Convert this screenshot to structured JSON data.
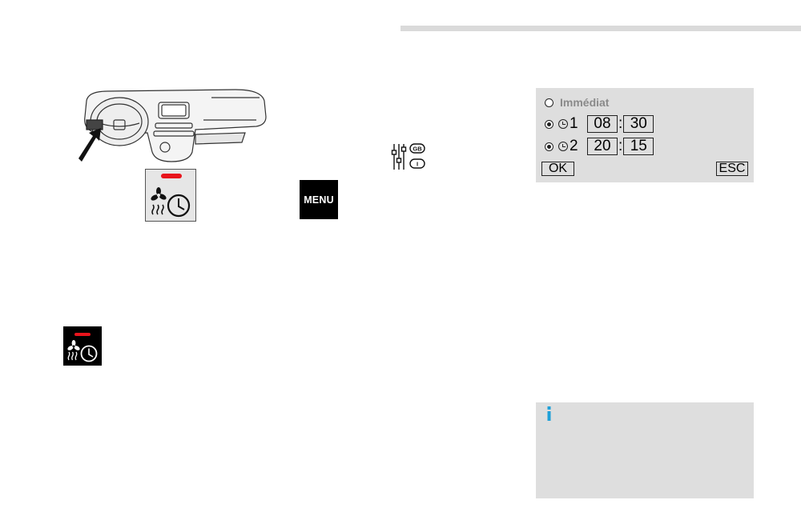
{
  "menu_button": {
    "label": "MENU"
  },
  "settings_icon": {
    "name": "settings-sliders-icon",
    "badge_top": "GB",
    "badge_bottom": "I"
  },
  "timer_button": {
    "name": "heater-timer-icon",
    "indicator_color": "#e8141c"
  },
  "programming_screen": {
    "option_immediate": "Immédiat",
    "program_1": {
      "number": "1",
      "hours": "08",
      "minutes": "30"
    },
    "program_2": {
      "number": "2",
      "hours": "20",
      "minutes": "15"
    },
    "separator": ":",
    "ok_label": "OK",
    "esc_label": "ESC"
  },
  "info_box": {
    "icon": "info-icon",
    "accent": "#1ea0d8"
  }
}
